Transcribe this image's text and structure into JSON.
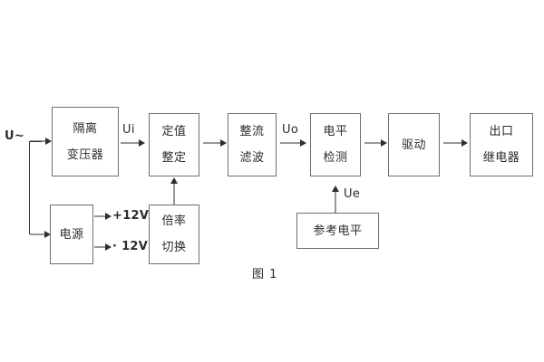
{
  "figure": {
    "caption": "图 1",
    "background_color": "#ffffff",
    "box_border_color": "#6e6e6e",
    "line_color": "#2f2f2f",
    "text_color": "#2b2b2b"
  },
  "input": {
    "label": "U~"
  },
  "blocks": [
    {
      "id": "isolation-transformer",
      "lines": [
        "隔离",
        "变压器"
      ]
    },
    {
      "id": "setting-value",
      "lines": [
        "定值",
        "整定"
      ]
    },
    {
      "id": "rectify-filter",
      "lines": [
        "整流",
        "滤波"
      ]
    },
    {
      "id": "level-detection",
      "lines": [
        "电平",
        "检测"
      ]
    },
    {
      "id": "drive",
      "lines": [
        "驱动"
      ]
    },
    {
      "id": "output-relay",
      "lines": [
        "出口",
        "继电器"
      ]
    },
    {
      "id": "power-supply",
      "lines": [
        "电源"
      ]
    },
    {
      "id": "multiplier-switch",
      "lines": [
        "倍率",
        "切换"
      ]
    },
    {
      "id": "reference-level",
      "lines": [
        "参考电平"
      ]
    }
  ],
  "signals": {
    "ui": "Ui",
    "uo": "Uo",
    "ue": "Ue",
    "rail_positive": "+12V",
    "rail_negative": "· 12V"
  }
}
